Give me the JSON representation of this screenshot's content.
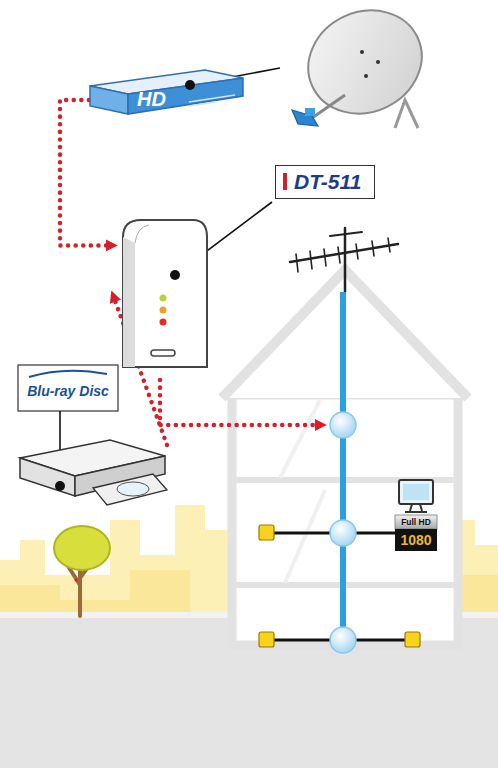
{
  "diagram": {
    "nodes": [
      {
        "text": [
          "HD"
        ]
      },
      {
        "text": [
          "DT-511"
        ]
      },
      {
        "text": [
          "Blu-ray Disc"
        ]
      }
    ],
    "edges": [
      {
        "from": 0,
        "to": 1,
        "arrow": "to"
      },
      {
        "from": 2,
        "to": 1,
        "arrow": "to"
      }
    ],
    "labels": [
      "Full HD",
      "1080"
    ]
  }
}
